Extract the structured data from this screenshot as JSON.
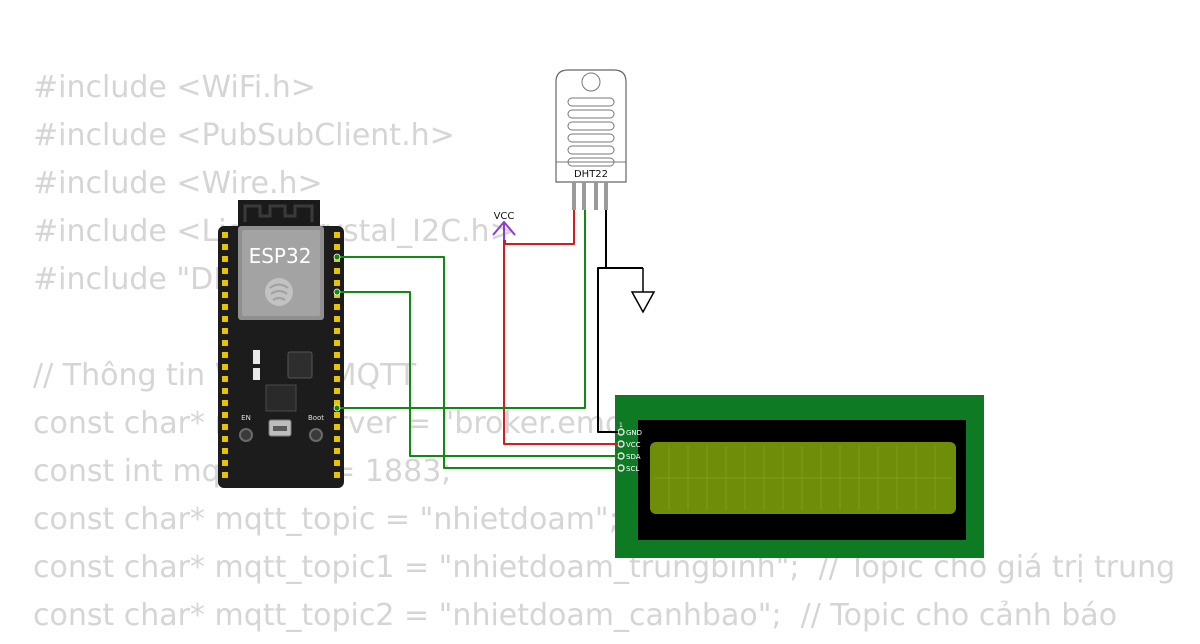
{
  "background_code": [
    "#include <WiFi.h>",
    "#include <PubSubClient.h>",
    "#include <Wire.h>",
    "#include <LiquidCrystal_I2C.h>",
    "#include \"DHT.h\"",
    "",
    "// Thông tin WiFi và MQTT",
    "const char* mqtt_server = \"broker.emqx.io\";",
    "const int mqtt_port = 1883;",
    "const char* mqtt_topic = \"nhietdoam\";",
    "const char* mqtt_topic1 = \"nhietdoam_trungbinh\";  // Topic cho giá trị trung",
    "const char* mqtt_topic2 = \"nhietdoam_canhbao\";  // Topic cho cảnh báo"
  ],
  "components": {
    "esp32": {
      "label": "ESP32",
      "en_label": "EN",
      "boot_label": "Boot"
    },
    "dht22": {
      "label": "DHT22"
    },
    "vcc": {
      "label": "VCC"
    },
    "lcd": {
      "pin_number": "1",
      "pins": [
        "GND",
        "VCC",
        "SDA",
        "SCL"
      ]
    }
  },
  "colors": {
    "code_text": "#d5d5d5",
    "wire_green": "#118a11",
    "wire_red": "#d61c1c",
    "wire_black": "#000000",
    "vcc_symbol": "#8e3ad1",
    "lcd_board": "#0e7a23",
    "lcd_screen": "#6e8e0a",
    "esp32_board": "#1c1c1c",
    "header_pins": "#e8c400"
  }
}
